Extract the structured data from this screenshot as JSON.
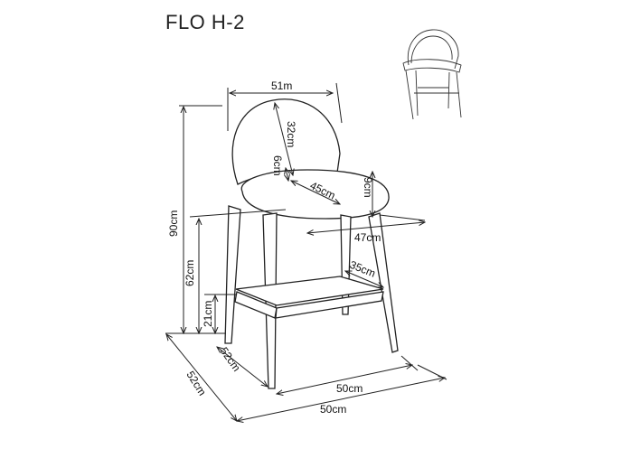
{
  "title": "FLO H-2",
  "dimensions": {
    "back_width": "51m",
    "back_height": "32cm",
    "back_gap": "6cm",
    "seat_depth": "45cm",
    "seat_thickness": "9cm",
    "total_height": "90cm",
    "seat_width": "47cm",
    "seat_height": "62cm",
    "footrest_depth": "35cm",
    "footrest_height": "21cm",
    "base_depth_inner": "52cm",
    "base_width_inner": "50cm",
    "base_depth_outer": "52cm",
    "base_width_outer": "50cm"
  }
}
